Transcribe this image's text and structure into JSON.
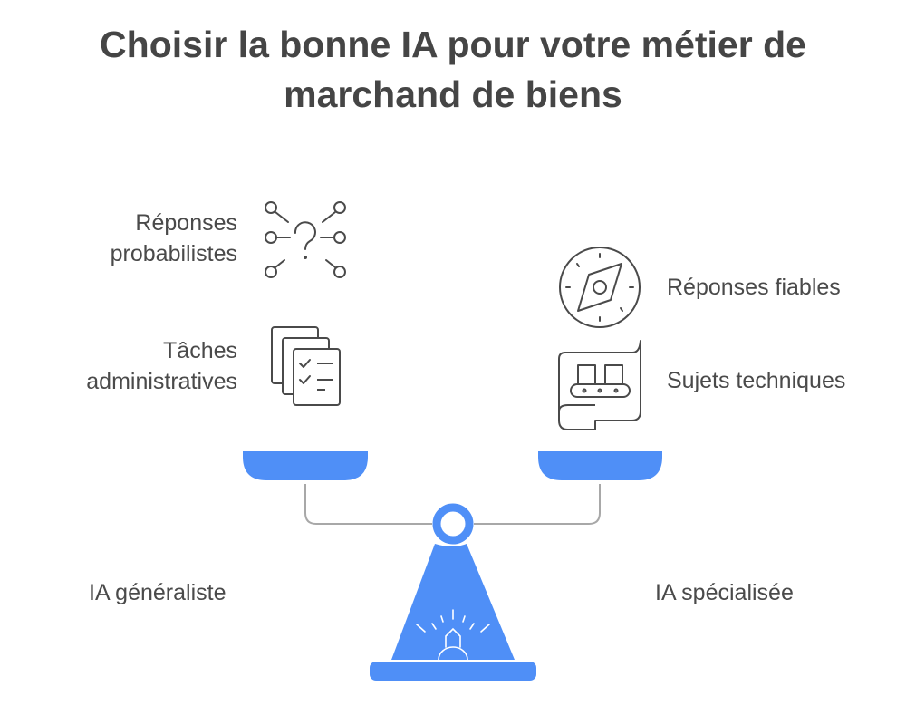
{
  "title": {
    "line1": "Choisir la bonne IA pour votre métier de",
    "line2": "marchand de biens"
  },
  "left": {
    "items": [
      {
        "line1": "Réponses",
        "line2": "probabilistes",
        "icon": "question-network-icon"
      },
      {
        "line1": "Tâches",
        "line2": "administratives",
        "icon": "checklist-documents-icon"
      }
    ],
    "label": "IA généraliste"
  },
  "right": {
    "items": [
      {
        "text": "Réponses fiables",
        "icon": "compass-icon"
      },
      {
        "text": "Sujets techniques",
        "icon": "conveyor-blueprint-icon"
      }
    ],
    "label": "IA spécialisée"
  },
  "colors": {
    "accent": "#4f8ff7",
    "text": "#4a4a4a",
    "rod": "#a8a8a8"
  }
}
